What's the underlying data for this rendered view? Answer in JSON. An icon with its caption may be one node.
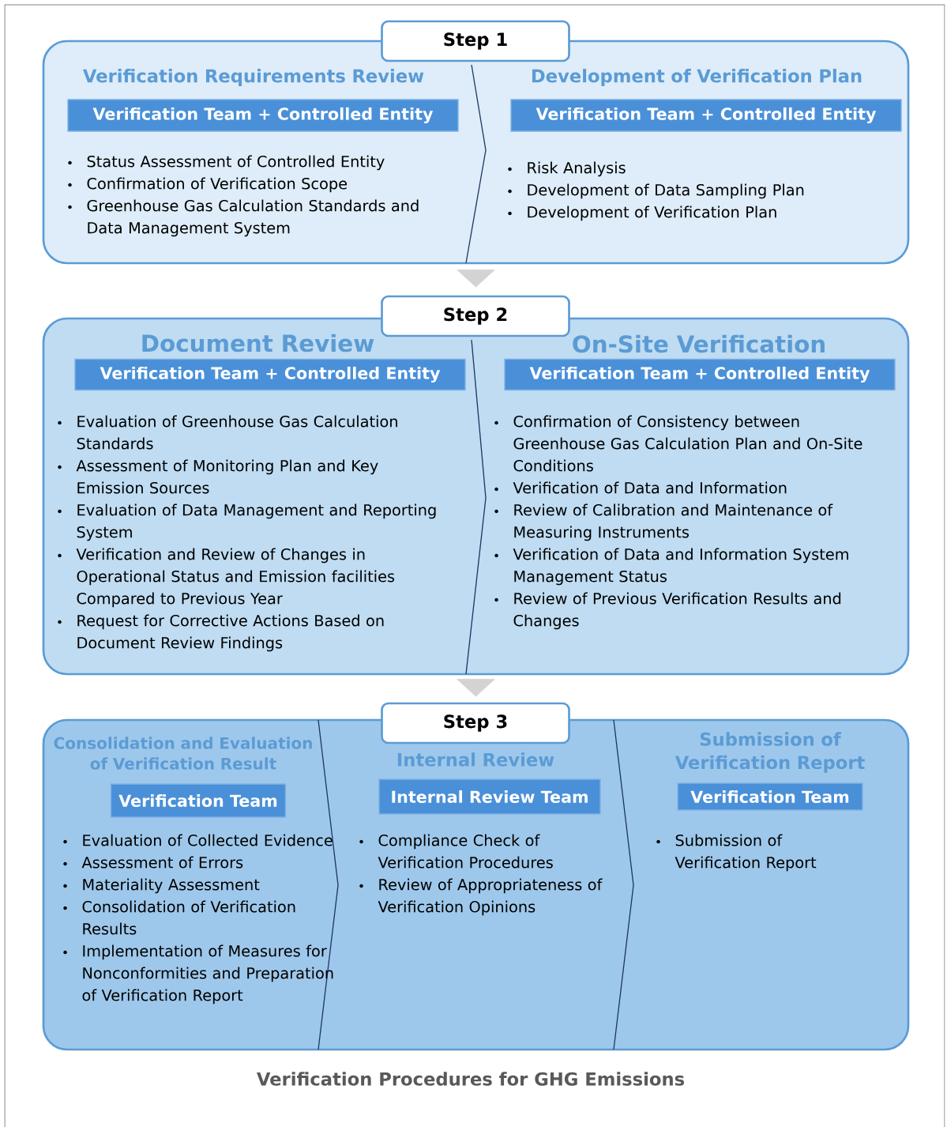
{
  "diagram": {
    "caption": "Verification Procedures for GHG Emissions",
    "nodes": [
      {
        "text": [],
        "shape": "box"
      },
      {
        "text": [
          "Step 1"
        ]
      },
      {
        "text": [
          "Verification Team + Controlled Entity"
        ],
        "in": 0,
        "beside": [
          "Verification Requirements Review",
          "Status Assessment of Controlled Entity",
          "Confirmation of Verification Scope",
          "Greenhouse Gas Calculation Standards and Data Management System"
        ]
      },
      {
        "text": [
          "Verification Team + Controlled Entity"
        ],
        "in": 0,
        "beside": [
          "Development of Verification Plan",
          "Risk Analysis",
          "Development of Data Sampling Plan",
          "Development of Verification Plan"
        ]
      },
      {
        "text": [],
        "shape": "box"
      },
      {
        "text": [
          "Step 2"
        ]
      },
      {
        "text": [
          "Verification Team + Controlled Entity"
        ],
        "in": 4,
        "beside": [
          "Document Review",
          "Evaluation of Greenhouse Gas Calculation Standards",
          "Assessment of Monitoring Plan and Key Emission Sources",
          "Evaluation of Data Management and Reporting System",
          "Verification and Review of Changes in Operational Status and Emission facilities Compared to Previous Year",
          "Request for Corrective Actions Based on Document Review Findings"
        ]
      },
      {
        "text": [
          "Verification Team + Controlled Entity"
        ],
        "in": 4,
        "beside": [
          "On-Site Verification",
          "Confirmation of Consistency between Greenhouse Gas Calculation Plan and On-Site Conditions",
          "Verification of Data and Information",
          "Review of Calibration and Maintenance of Measuring Instruments",
          "Verification of Data and Information System Management Status",
          "Review of Previous Verification Results and Changes"
        ]
      },
      {
        "text": [],
        "shape": "box"
      },
      {
        "text": [
          "Step 3"
        ]
      },
      {
        "text": [
          "Verification Team"
        ],
        "in": 8,
        "beside": [
          "Consolidation and Evaluation of Verification Result",
          "Evaluation of Collected Evidence",
          "Assessment of Errors",
          "Materiality Assessment",
          "Consolidation of Verification Results",
          "Implementation of Measures for Nonconformities and Preparation of Verification Report"
        ]
      },
      {
        "text": [
          "Internal Review Team"
        ],
        "in": 8,
        "beside": [
          "Internal Review",
          "Compliance Check of Verification Procedures",
          "Review of Appropriateness of Verification Opinions"
        ]
      },
      {
        "text": [
          "Verification Team"
        ],
        "in": 8,
        "beside": [
          "Submission of Verification Report",
          "Submission of Verification Report"
        ]
      }
    ],
    "edges": [
      {
        "from": 0,
        "to": 4,
        "arrow": "to"
      },
      {
        "from": 4,
        "to": 8,
        "arrow": "to"
      }
    ]
  }
}
